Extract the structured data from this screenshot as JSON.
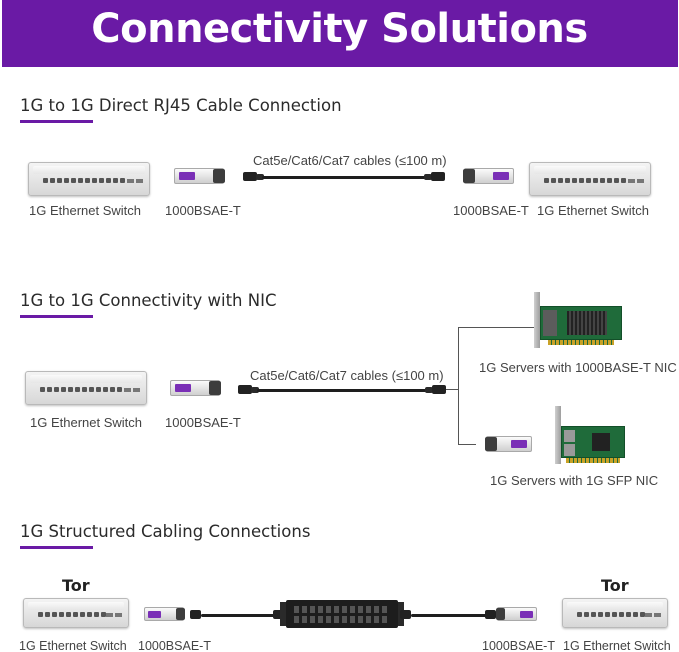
{
  "banner": {
    "title": "Connectivity Solutions"
  },
  "sections": [
    {
      "title": "1G to 1G Direct RJ45 Cable Connection"
    },
    {
      "title": "1G to 1G Connectivity with NIC"
    },
    {
      "title": "1G Structured Cabling Connections"
    }
  ],
  "section1": {
    "left_switch_label": "1G Ethernet Switch",
    "left_module_label": "1000BSAE-T",
    "cable_label": "Cat5e/Cat6/Cat7 cables (≤100 m)",
    "right_module_label": "1000BSAE-T",
    "right_switch_label": "1G Ethernet Switch"
  },
  "section2": {
    "switch_label": "1G Ethernet Switch",
    "module_label": "1000BSAE-T",
    "cable_label": "Cat5e/Cat6/Cat7 cables (≤100 m)",
    "server_top_label": "1G Servers with 1000BASE-T NIC",
    "server_bottom_label": "1G Servers with 1G SFP NIC"
  },
  "section3": {
    "tor_left": "Tor",
    "tor_right": "Tor",
    "left_switch_label": "1G Ethernet Switch",
    "left_module_label": "1000BSAE-T",
    "right_module_label": "1000BSAE-T",
    "right_switch_label": "1G Ethernet Switch"
  },
  "colors": {
    "brand": "#6a1aa5",
    "cable": "#1e1e1e",
    "nic_pcb": "#1f6b3a"
  },
  "icons": [
    "ethernet-switch-icon",
    "sfp-module-icon",
    "rj45-cable-icon",
    "nic-card-icon",
    "patch-panel-icon"
  ]
}
